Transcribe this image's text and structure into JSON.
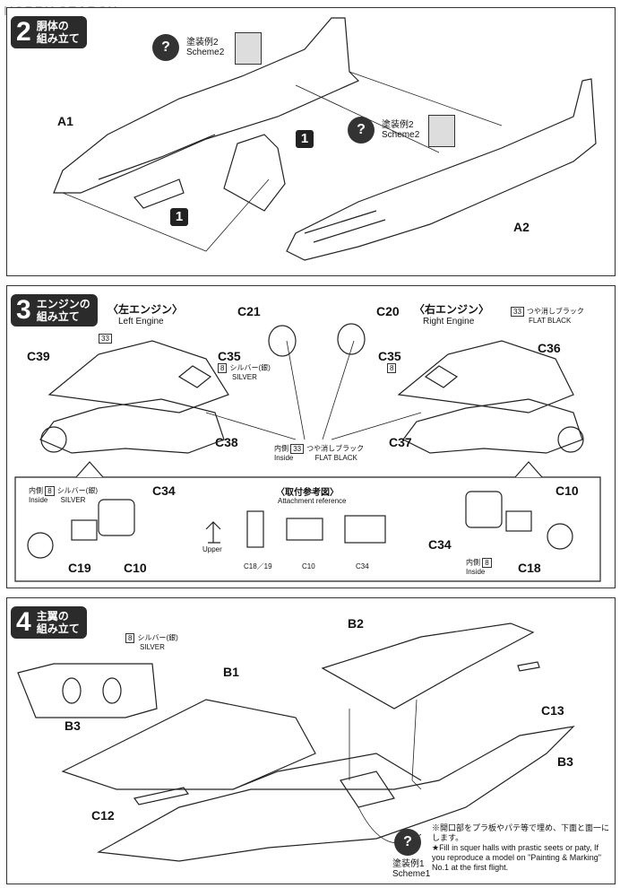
{
  "watermark": "HOBBY SEARCH",
  "steps": [
    {
      "number": "2",
      "title_line1": "胴体の",
      "title_line2": "組み立て"
    },
    {
      "number": "3",
      "title_line1": "エンジンの",
      "title_line2": "組み立て"
    },
    {
      "number": "4",
      "title_line1": "主翼の",
      "title_line2": "組み立て"
    }
  ],
  "step2": {
    "parts": [
      "A1",
      "A2"
    ],
    "callout_num": "1",
    "scheme_jp": "塗装例",
    "scheme_num": "2",
    "scheme_en": "Scheme"
  },
  "step3": {
    "left_engine_jp": "〈左エンジン〉",
    "left_engine_en": "Left Engine",
    "right_engine_jp": "〈右エンジン〉",
    "right_engine_en": "Right Engine",
    "parts": {
      "c21": "C21",
      "c20": "C20",
      "c35": "C35",
      "c39": "C39",
      "c36": "C36",
      "c38": "C38",
      "c37": "C37"
    },
    "paint33": "33",
    "paint8": "8",
    "flat_black_jp": "つや消しブラック",
    "flat_black_en": "FLAT BLACK",
    "silver_jp": "シルバー(銀)",
    "silver_en": "SILVER",
    "inside_jp": "内側",
    "inside_en": "Inside",
    "detail": {
      "left_parts": [
        "C34",
        "C19",
        "C10"
      ],
      "right_parts": [
        "C10",
        "C34",
        "C18"
      ],
      "ref_title_jp": "〈取付参考図〉",
      "ref_title_en": "Attachment reference",
      "upper_label": "Upper",
      "ref_parts": [
        "C18／19",
        "C10",
        "C34"
      ]
    }
  },
  "step4": {
    "parts": {
      "b1": "B1",
      "b2": "B2",
      "b3": "B3",
      "c12": "C12",
      "c13": "C13"
    },
    "paint8": "8",
    "silver_jp": "シルバー(銀)",
    "silver_en": "SILVER",
    "note_jp": "※開口部をプラ板やパテ等で埋め、下面と面一にします。",
    "note_en": "★Fill in squer halls with prastic seets or paty, If you reproduce a model on \"Painting & Marking\" No.",
    "note_num": "1",
    "note_en2": "at the first flight.",
    "scheme_jp": "塗装例",
    "scheme_num": "1",
    "scheme_en": "Scheme"
  }
}
